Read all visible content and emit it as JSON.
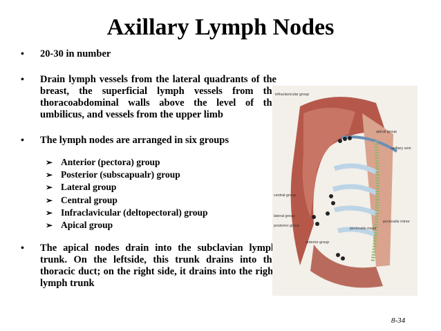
{
  "title": "Axillary Lymph Nodes",
  "bullets": [
    "20-30 in number",
    "Drain lymph vessels from the lateral quadrants of the breast, the superficial lymph vessels from the thoracoabdominal walls above the level of the umbilicus, and vessels from the upper limb",
    "The lymph nodes are arranged in six groups",
    "The apical nodes drain into the subclavian lymph trunk. On the leftside, this trunk drains into the thoracic duct; on the right side, it drains into the right lymph trunk"
  ],
  "groups": [
    "Anterior (pectora) group",
    "Posterior (subscapualr) group",
    "Lateral group",
    "Central group",
    "Infraclavicular (deltopectoral) group",
    "Apical group"
  ],
  "figure_labels": {
    "infraclavicular": "infraclavicular group",
    "apical": "apical group",
    "axillary_vein": "axillary vein",
    "central": "central group",
    "lateral": "lateral group",
    "posterior": "posterior group",
    "pectoralis_minor": "pectoralis minor",
    "pectoralis_major": "pectoralis major",
    "anterior": "anterior group"
  },
  "page_number": "8-34",
  "icons": {
    "bullet": "bullet-dot-icon",
    "arrow": "arrow-bullet-icon"
  }
}
